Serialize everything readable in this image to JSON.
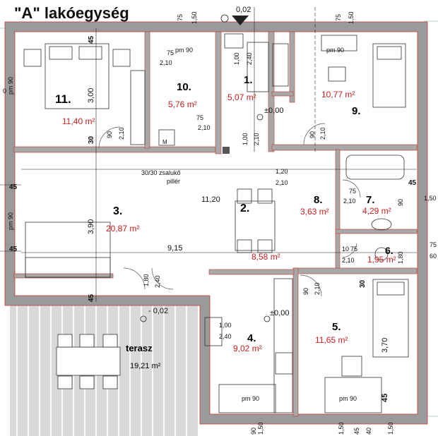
{
  "title": "\"A\" lakóegység",
  "colors": {
    "wall": "#9a9a9a",
    "wall_outline": "#c0392b",
    "room_text": "#c81e1e",
    "terrace": "#d9d9d9",
    "terrace_line": "#ffffff",
    "dim_line": "#222222"
  },
  "rooms": [
    {
      "num": "1.",
      "area": "5,07 m²"
    },
    {
      "num": "2.",
      "area": "8,58 m²"
    },
    {
      "num": "3.",
      "area": "20,87 m²"
    },
    {
      "num": "4.",
      "area": "9,02 m²"
    },
    {
      "num": "5.",
      "area": "11,65 m²"
    },
    {
      "num": "6.",
      "area": "1,95 m²"
    },
    {
      "num": "7.",
      "area": "4,29 m²"
    },
    {
      "num": "8.",
      "area": "3,63 m²"
    },
    {
      "num": "9.",
      "area": "10,77 m²"
    },
    {
      "num": "10.",
      "area": "5,76 m²"
    },
    {
      "num": "11.",
      "area": "11,40 m²"
    }
  ],
  "terrace": {
    "label": "terasz",
    "area": "19,21 m²"
  },
  "levels": {
    "entry": "0,02",
    "inside1": "±0,00",
    "inside2": "±0,00",
    "terrace": "- 0,02"
  },
  "pillar_note": {
    "line1": "30/30 zsalukő",
    "line2": "pillér"
  },
  "dimensions": {
    "d11_20": "11,20",
    "d9_15": "9,15",
    "d3_90": "3,90",
    "d3_00": "3,00",
    "d3_70": "3,70",
    "d45": "45",
    "d30": "30",
    "d90": "90",
    "d75": "75",
    "d10": "10",
    "d40": "40",
    "d1_00": "1,00",
    "d1_20": "1,20",
    "d1_50": "1,50",
    "d1_80": "1,80",
    "d2_10": "2,10",
    "d2_40": "2,40",
    "d60": "60",
    "d0": "0"
  },
  "window_label": "pm 90",
  "small_label": "M"
}
